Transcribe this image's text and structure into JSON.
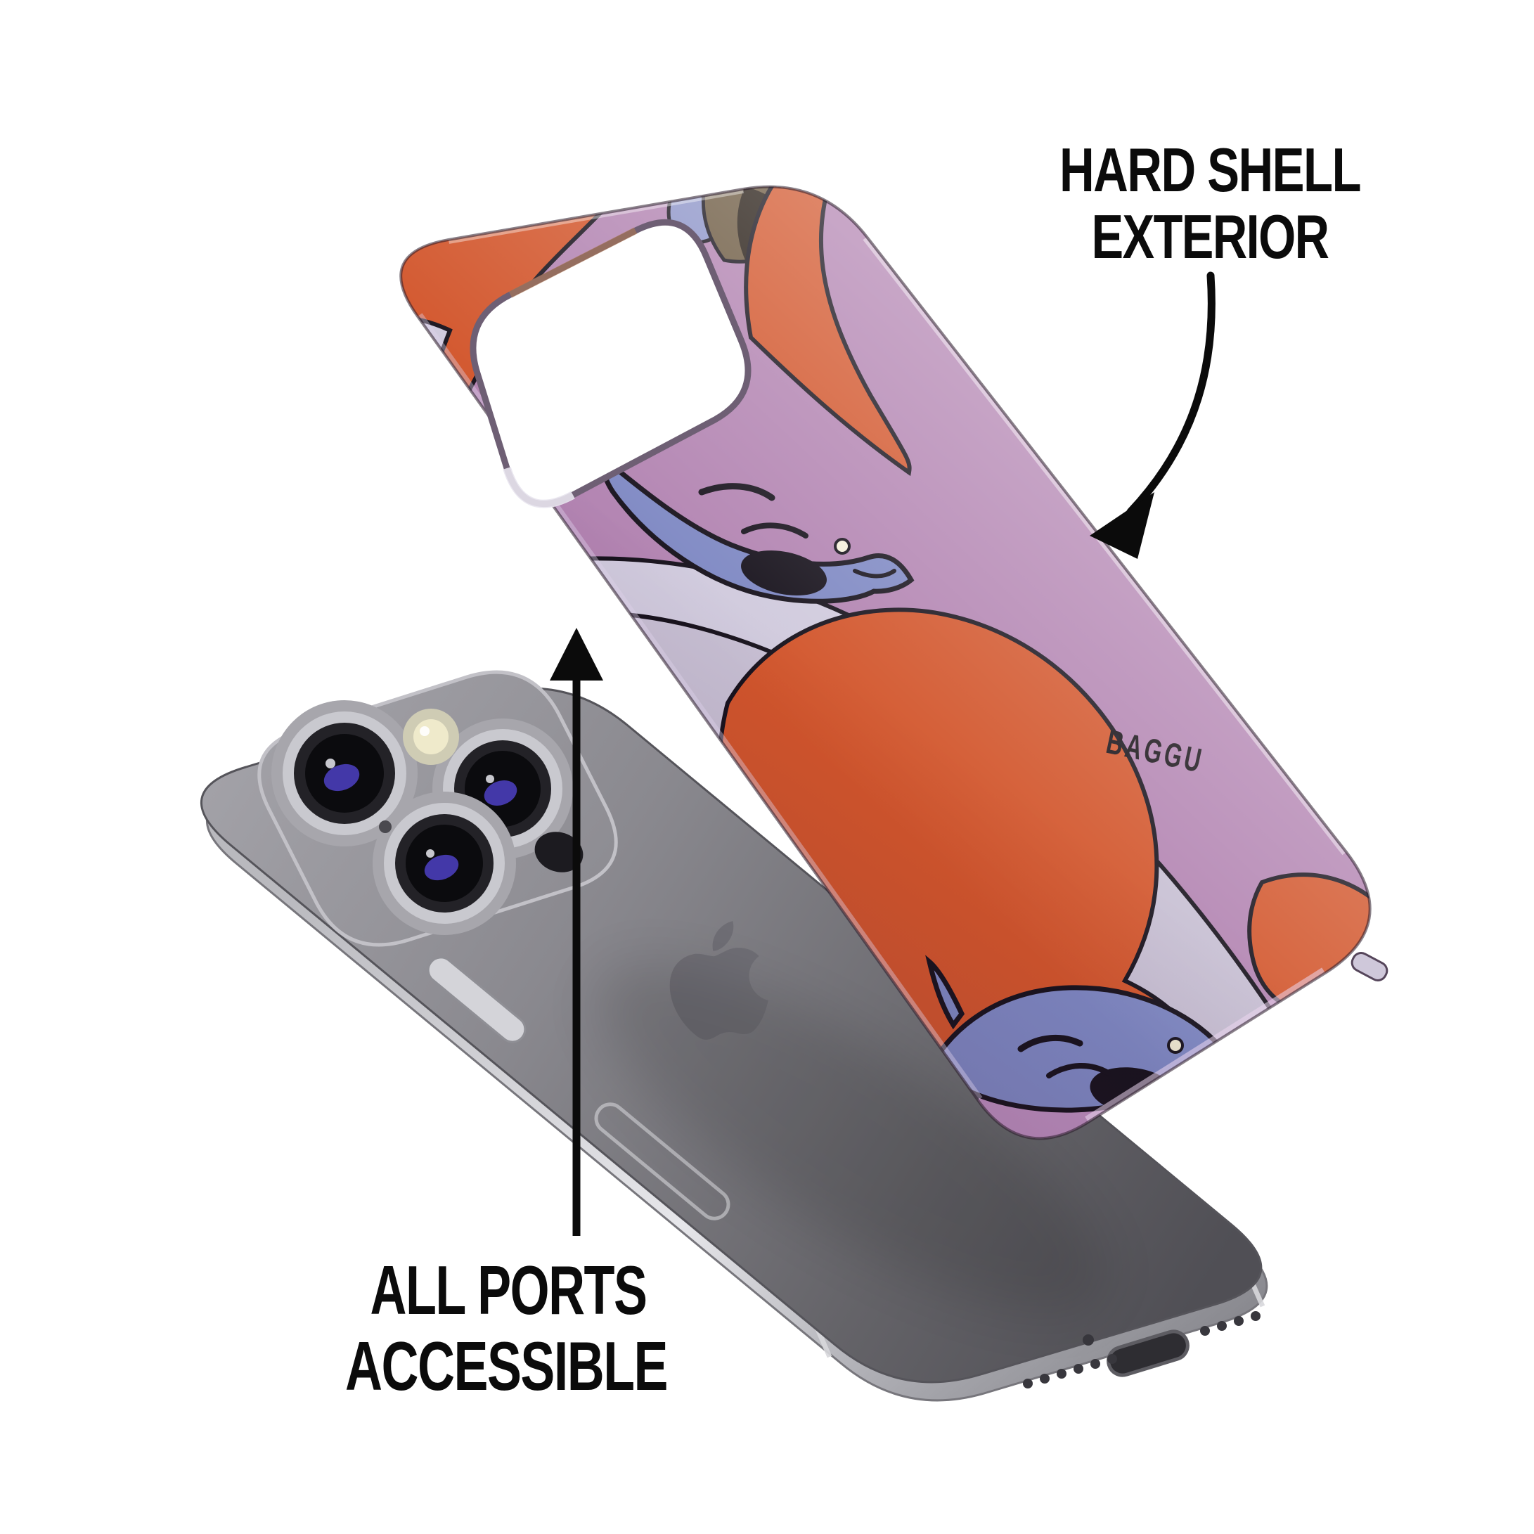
{
  "page": {
    "background": "#ffffff"
  },
  "annotations": {
    "hard_shell": {
      "line1": "HARD SHELL",
      "line2": "EXTERIOR"
    },
    "all_ports": {
      "line1": "ALL PORTS",
      "line2": "ACCESSIBLE"
    }
  },
  "case": {
    "brand": "BAGGU",
    "colors": {
      "orange": "#D2552B",
      "mauve": "#B283B1",
      "lilac": "#C7BFD3",
      "periwinkle": "#7E88C3",
      "outline": "#17121C",
      "corner_metallic": "#C79AD0"
    }
  },
  "phone": {
    "colors": {
      "back": "#8A898F",
      "frame": "#C9C9CE",
      "camera_lens": "#0B0B0E",
      "apple_logo": "#6E6D73"
    }
  }
}
